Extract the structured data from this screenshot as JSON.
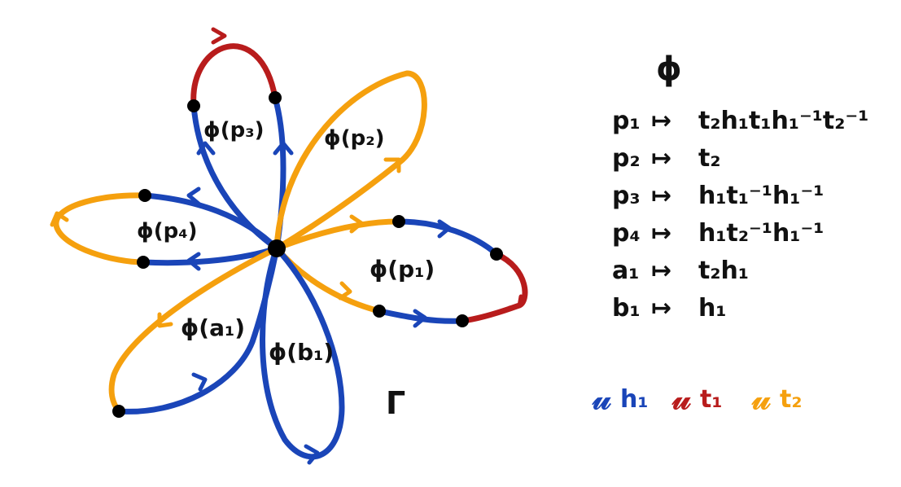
{
  "colors": {
    "h1": "#1a45b8",
    "t1": "#b81c1c",
    "t2": "#f5a00e",
    "ink": "#111111",
    "vertex": "#000000"
  },
  "graph": {
    "name": "Γ",
    "petal_labels": {
      "p1": "ϕ(p₁)",
      "p2": "ϕ(p₂)",
      "p3": "ϕ(p₃)",
      "p4": "ϕ(p₄)",
      "a1": "ϕ(a₁)",
      "b1": "ϕ(b₁)"
    }
  },
  "map": {
    "title": "ϕ",
    "arrow": "↦",
    "rules": [
      {
        "from": "p₁",
        "to": "t₂h₁t₁h₁⁻¹t₂⁻¹"
      },
      {
        "from": "p₂",
        "to": "t₂"
      },
      {
        "from": "p₃",
        "to": "h₁t₁⁻¹h₁⁻¹"
      },
      {
        "from": "p₄",
        "to": "h₁t₂⁻¹h₁⁻¹"
      },
      {
        "from": "a₁",
        "to": "t₂h₁"
      },
      {
        "from": "b₁",
        "to": "h₁"
      }
    ]
  },
  "legend": {
    "items": [
      {
        "symbol": "𝓊",
        "label": "h₁",
        "color_key": "h1"
      },
      {
        "symbol": "𝓊",
        "label": "t₁",
        "color_key": "t1"
      },
      {
        "symbol": "𝓊",
        "label": "t₂",
        "color_key": "t2"
      }
    ]
  }
}
